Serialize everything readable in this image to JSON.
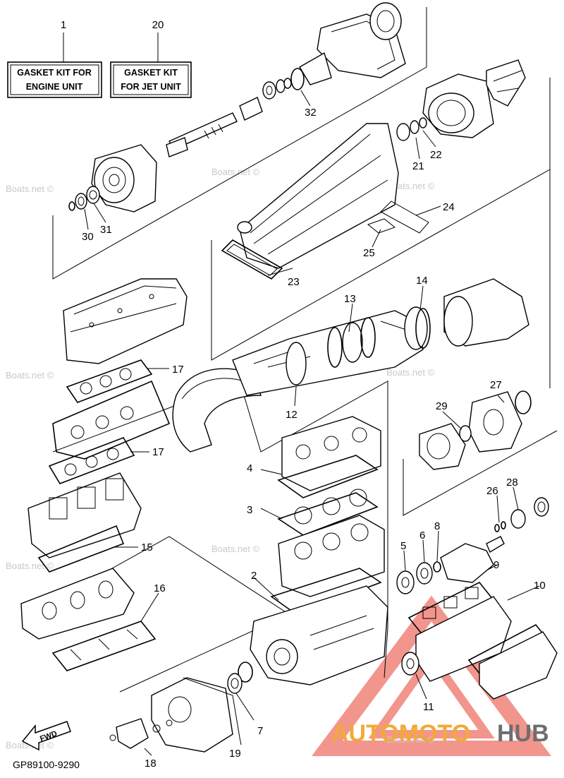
{
  "boxes": [
    {
      "ref": "1",
      "lines": [
        "GASKET KIT FOR",
        "ENGINE UNIT"
      ]
    },
    {
      "ref": "20",
      "lines": [
        "GASKET KIT",
        "FOR JET UNIT"
      ]
    }
  ],
  "callouts": [
    "2",
    "3",
    "4",
    "5",
    "6",
    "7",
    "8",
    "9",
    "10",
    "11",
    "12",
    "13",
    "14",
    "15",
    "16",
    "17",
    "17",
    "18",
    "19",
    "21",
    "22",
    "23",
    "24",
    "25",
    "26",
    "27",
    "28",
    "29",
    "30",
    "31",
    "32"
  ],
  "watermarks": [
    "Boats.net ©",
    "Boats.net ©",
    "Boats.net ©",
    "Boats.net ©",
    "Boats.net ©",
    "Boats.net ©",
    "Boats.net ©",
    "Boats.net ©",
    "Boats.net ©"
  ],
  "drawing_code": "GP89100-9290",
  "fwd_label": "FWD",
  "logo": {
    "part1": "AUTOMOTO",
    "part2": "HUB",
    "color1": "#f2a93a",
    "color2": "#6e6e6e",
    "triangle_color": "#e8402f"
  }
}
